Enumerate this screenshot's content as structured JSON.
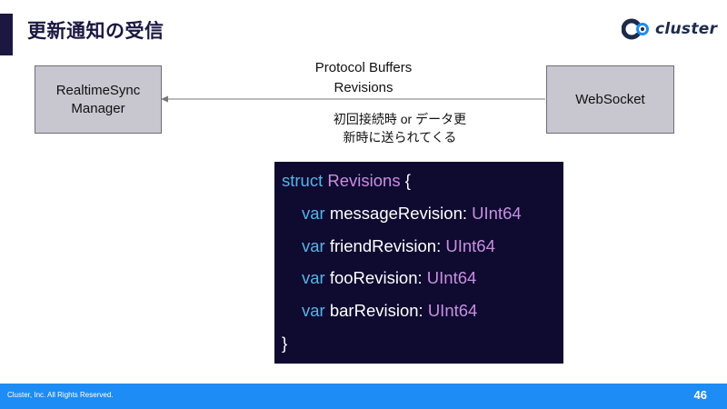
{
  "slide": {
    "title": "更新通知の受信",
    "page_number": "46"
  },
  "logo": {
    "text": "cluster"
  },
  "diagram": {
    "left_box": {
      "line1": "RealtimeSync",
      "line2": "Manager"
    },
    "right_box": {
      "label": "WebSocket"
    },
    "arrow_label": {
      "line1": "Protocol Buffers",
      "line2": "Revisions"
    },
    "note": {
      "line1": "初回接続時 or データ更",
      "line2": "新時に送られてくる"
    }
  },
  "code": {
    "line1": {
      "kw": "struct",
      "name": "Revisions",
      "brace": " {"
    },
    "fields": [
      {
        "kw": "var",
        "name": " messageRevision: ",
        "type": "UInt64"
      },
      {
        "kw": "var",
        "name": " friendRevision: ",
        "type": "UInt64"
      },
      {
        "kw": "var",
        "name": " fooRevision: ",
        "type": "UInt64"
      },
      {
        "kw": "var",
        "name": " barRevision: ",
        "type": "UInt64"
      }
    ],
    "closing": "}"
  },
  "footer": {
    "copyright": "Cluster, Inc. All Rights Reserved."
  },
  "colors": {
    "title_navy": "#1c1740",
    "code_bg": "#0e0a30",
    "keyword": "#57b3e8",
    "type": "#c98fe0",
    "box_fill": "#c8c6cf",
    "footer_blue": "#1d8cf5"
  }
}
